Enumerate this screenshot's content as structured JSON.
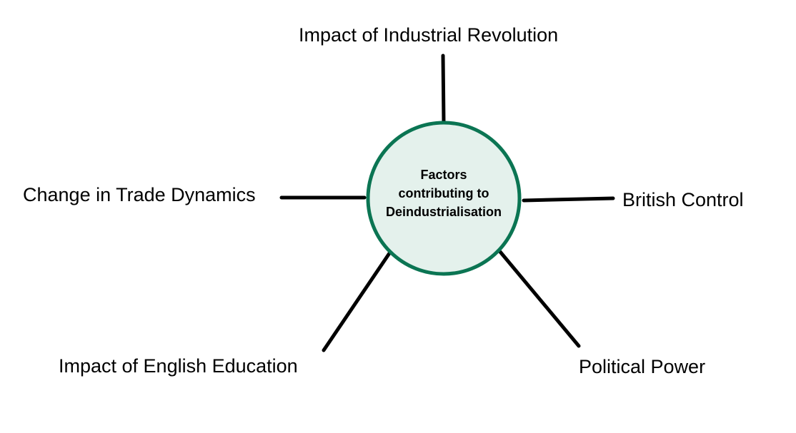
{
  "center": {
    "line1": "Factors",
    "line2": "contributing to",
    "line3": "Deindustrialisation",
    "fill_color": "#e4f1ec",
    "stroke_color": "#0b7553"
  },
  "branches": {
    "top": "Impact of Industrial Revolution",
    "left": "Change in Trade Dynamics",
    "right": "British Control",
    "bottom_left": "Impact of English Education",
    "bottom_right": "Political Power"
  },
  "connector_color": "#000000"
}
